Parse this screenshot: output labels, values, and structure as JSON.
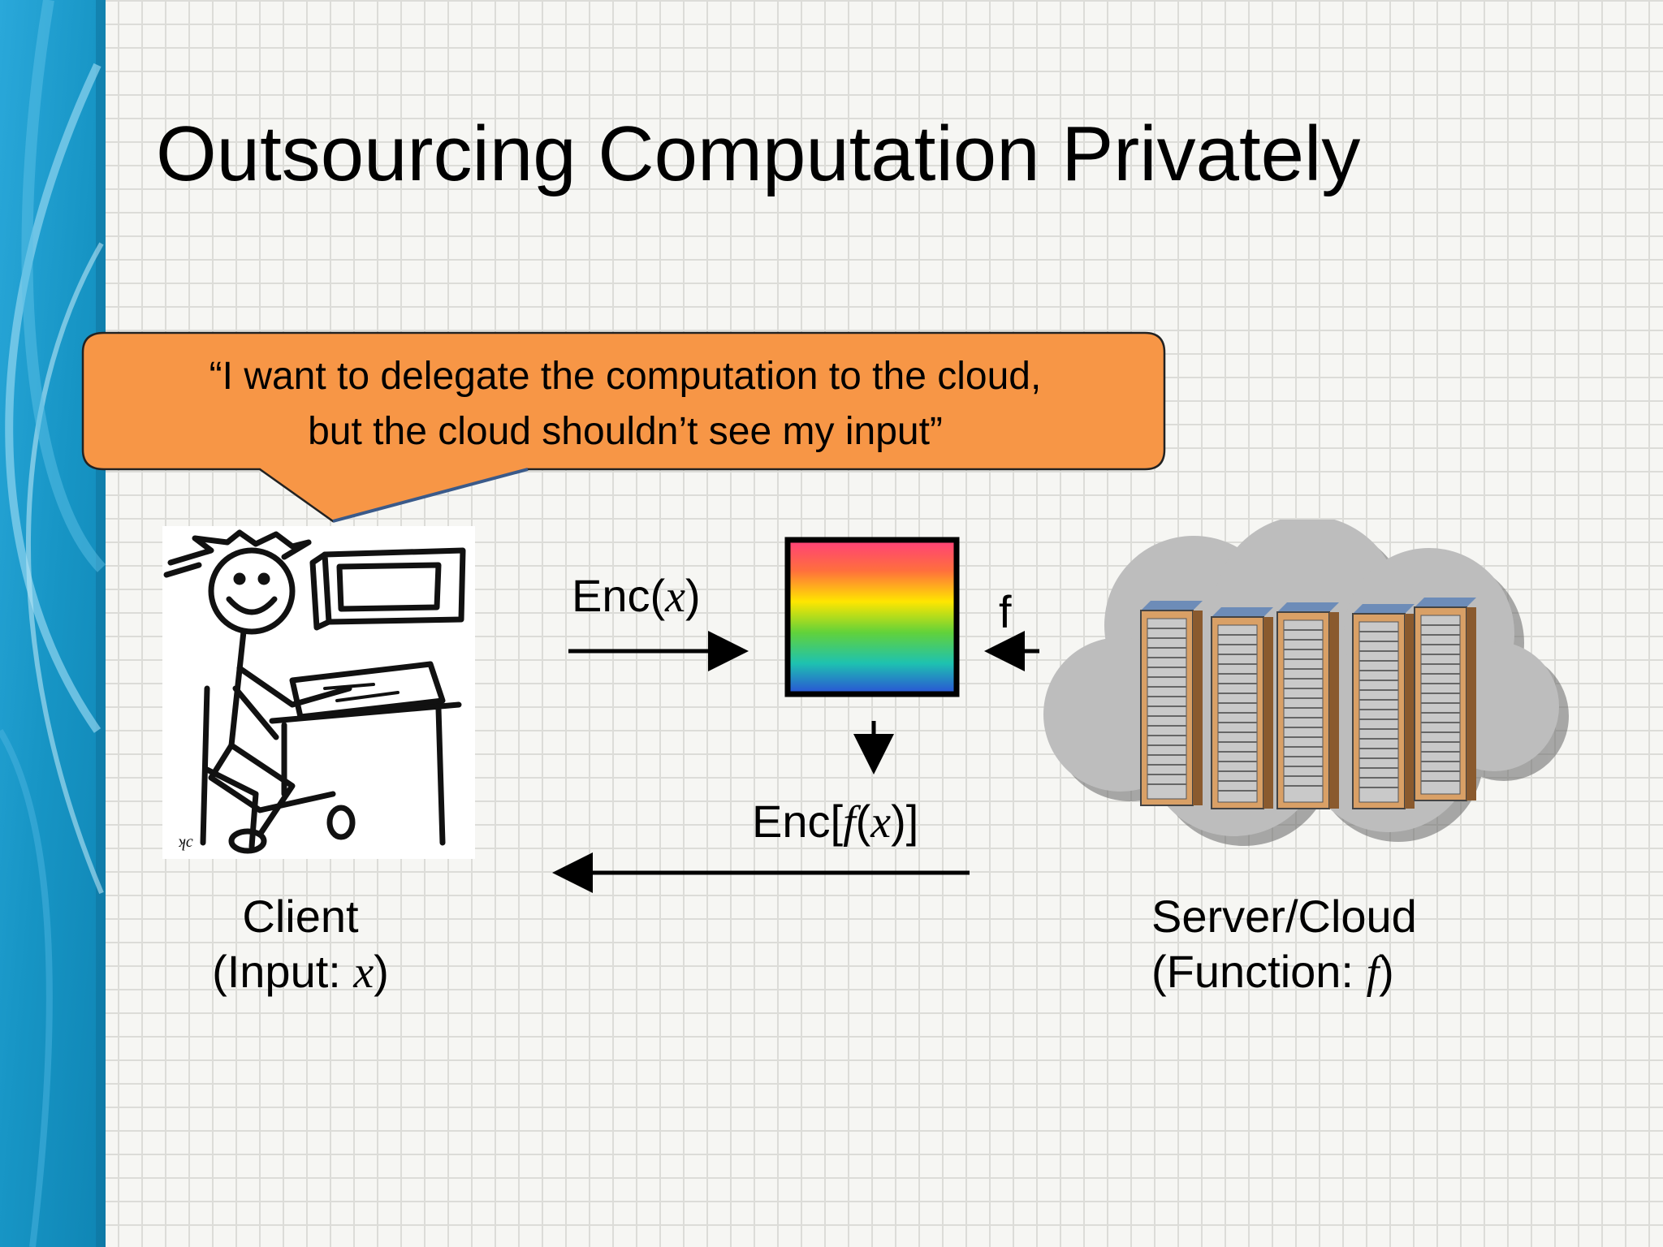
{
  "slide": {
    "title": "Outsourcing Computation Privately",
    "speech_bubble": {
      "line1": "“I want to delegate the computation to the cloud,",
      "line2": "but the cloud shouldn’t see my input”"
    },
    "enc_x": {
      "prefix": "Enc(",
      "var": "x",
      "suffix": ")"
    },
    "f_label": "f",
    "enc_fx": {
      "prefix": "Enc[",
      "func": "f",
      "open": "(",
      "var": "x",
      "suffix": ")]"
    },
    "client": {
      "name": "Client",
      "input_prefix": "(Input: ",
      "input_var": "x",
      "input_suffix": ")"
    },
    "server": {
      "name": "Server/Cloud",
      "function_prefix": "(Function: ",
      "function_var": "f",
      "function_suffix": ")"
    },
    "colors": {
      "bubble_fill": "#f79646",
      "band_blue": "#1e9fd0",
      "cloud_gray": "#bfbfbf",
      "server_body": "#d9a066"
    },
    "icons": {
      "client_drawing": "stick-figure-at-computer-icon",
      "encrypted_box": "rainbow-gradient-box-icon",
      "cloud": "cloud-icon",
      "servers": "server-rack-icon"
    }
  }
}
